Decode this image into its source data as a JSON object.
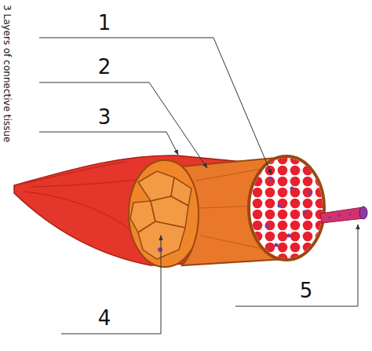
{
  "diagram": {
    "labels": [
      "3 Layers of connective tissue",
      "1",
      "2",
      "3",
      "4",
      "5"
    ]
  }
}
